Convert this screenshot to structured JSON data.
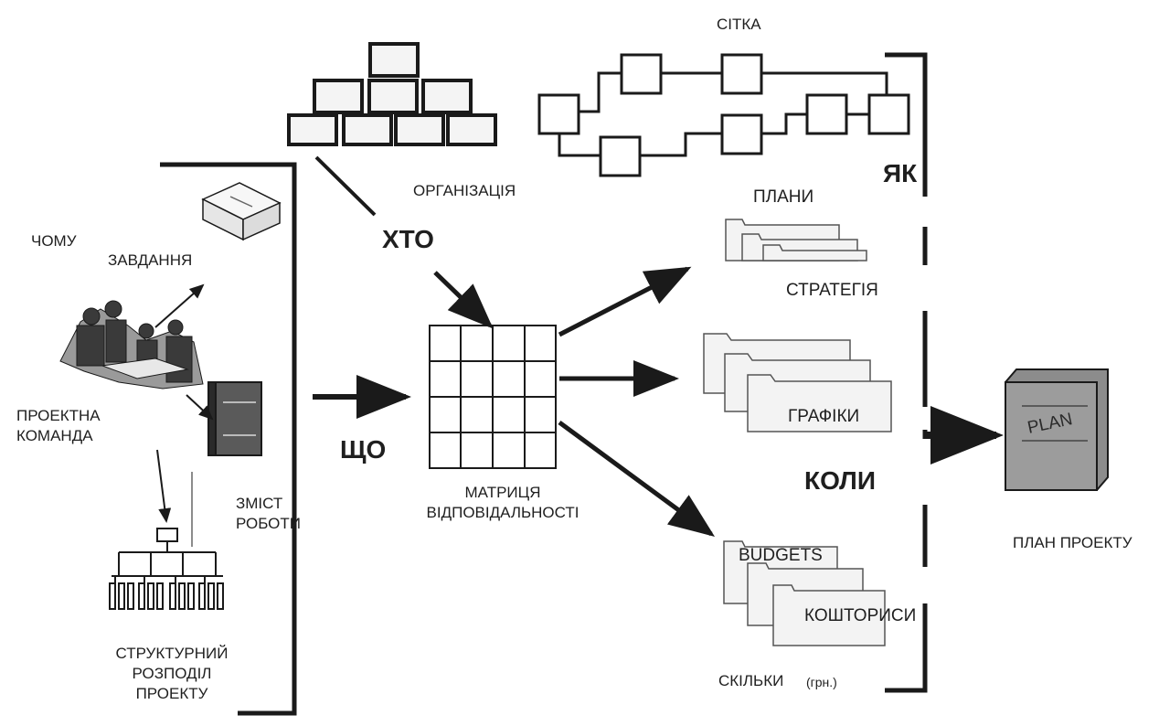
{
  "labels": {
    "sitka": "СІТКА",
    "organizatsiia": "ОРГАНІЗАЦІЯ",
    "chomu": "ЧОМУ",
    "zavdannia": "ЗАВДАННЯ",
    "proektna_komanda": [
      "ПРОЕКТНА",
      "КОМАНДА"
    ],
    "zmist_roboty": [
      "ЗМІСТ",
      "РОБОТИ"
    ],
    "strukturnyi": [
      "СТРУКТУРНИЙ",
      "РОЗПОДІЛ",
      "ПРОЕКТУ"
    ],
    "khto": "ХТО",
    "shcho": "ЩО",
    "matrytsia": [
      "МАТРИЦЯ",
      "ВІДПОВІДАЛЬНОСТІ"
    ],
    "yak": "ЯК",
    "plany": "ПЛАНИ",
    "stratehiia": "СТРАТЕГІЯ",
    "hrafiky": "ГРАФІКИ",
    "koly": "КОЛИ",
    "budgets": "BUDGETS",
    "koshtorysy": "КОШТОРИСИ",
    "skilky": "СКІЛЬКИ",
    "hrn": "(грн.)",
    "plan_box": "PLAN",
    "plan_proektu": "ПЛАН ПРОЕКТУ"
  },
  "colors": {
    "ink": "#1a1a1a",
    "gray_fill": "#8c8c8c",
    "light_fill": "#f2f2f2"
  }
}
